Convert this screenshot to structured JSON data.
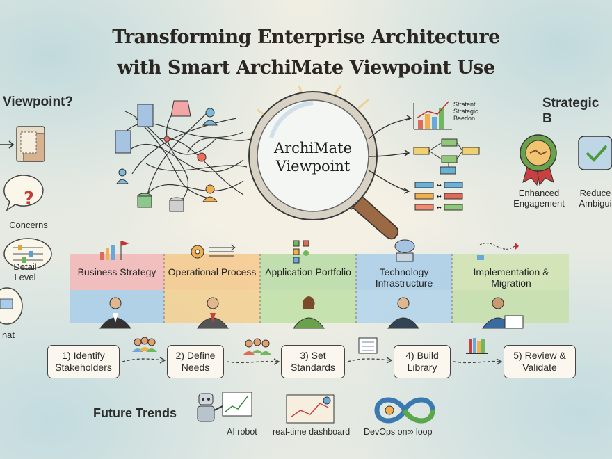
{
  "title": {
    "line1": "Transforming Enterprise Architecture",
    "line2": "with Smart ArchiMate Viewpoint Use"
  },
  "left_panel": {
    "heading": "Viewpoint?",
    "items": [
      "Concerns",
      "Detail Level",
      "nat"
    ]
  },
  "center": {
    "lens_text": [
      "ArchiMate",
      "Viewpoint"
    ],
    "chart_note": [
      "Stratent",
      "Strategic",
      "Baedon"
    ]
  },
  "right_panel": {
    "heading": "Strategic B",
    "items": [
      "Enhanced Engagement",
      "Reduce Ambigui"
    ]
  },
  "layers": [
    {
      "title": "Business Strategy",
      "color": "#f3b7b7"
    },
    {
      "title": "Operational Process",
      "color": "#f6c98c"
    },
    {
      "title": "Application Portfolio",
      "color": "#b8dba6"
    },
    {
      "title": "Technology Infrastructure",
      "color": "#a9cde8"
    },
    {
      "title": "Implementation & Migration",
      "color": "#cfe3b0"
    }
  ],
  "steps": [
    {
      "label": "1) Identify Stakeholders"
    },
    {
      "label": "2) Define Needs"
    },
    {
      "label": "3) Set Standards"
    },
    {
      "label": "4) Build Library"
    },
    {
      "label": "5) Review & Validate"
    }
  ],
  "trends": {
    "heading": "Future Trends",
    "items": [
      "AI robot",
      "real-time dashboard",
      "DevOps on∞ loop"
    ]
  }
}
